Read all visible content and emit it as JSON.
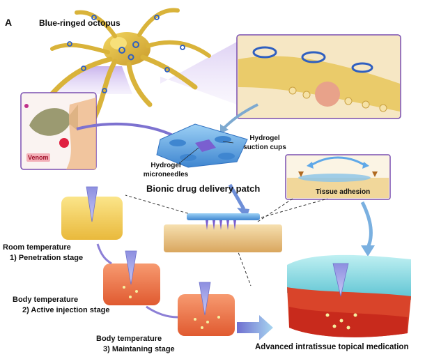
{
  "panel_letter": "A",
  "labels": {
    "octopus": "Blue-ringed octopus",
    "venom": "Venom",
    "hydrogel_suction_line1": "Hydrogel",
    "hydrogel_suction_line2": "suction cups",
    "hydrogel_micro_line1": "Hydrogel",
    "hydrogel_micro_line2": "microneedles",
    "bionic_patch": "Bionic drug delivery patch",
    "tissue_adhesion": "Tissue adhesion",
    "room_temp": "Room temperature",
    "stage1": "1) Penetration stage",
    "body_temp_1": "Body  temperature",
    "stage2": "2) Active injection stage",
    "body_temp_2": "Body temperature",
    "stage3": "3) Maintaning stage",
    "advanced": "Advanced intratissue topical medication"
  },
  "colors": {
    "panel_border": "#7a4fb0",
    "octopus_yellow": "#e8c83a",
    "ring_blue": "#2f5fc0",
    "hydrogel_blue": "#5fa8e8",
    "arrow_purple": "#8c7fd6",
    "tissue_yellow": "#f3cf55",
    "tissue_orange": "#ee6a3a",
    "skin_tan": "#e8c384",
    "water_cyan": "#7fd3df",
    "venom_red": "#e02040"
  }
}
